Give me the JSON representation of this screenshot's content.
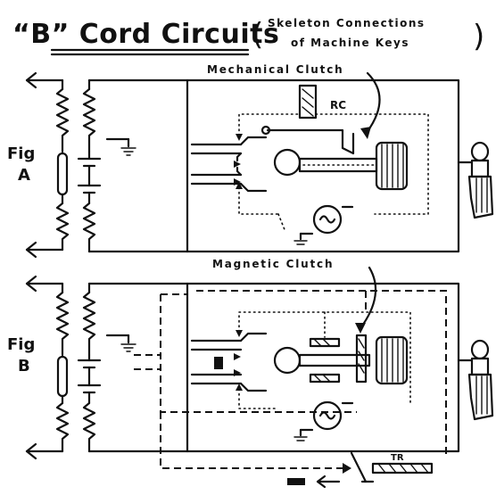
{
  "title": {
    "main": "“B” Cord Circuits",
    "paren_open": "(",
    "paren_close": ")",
    "sub_line1": "Skeleton Connections",
    "sub_line2": "of Machine Keys"
  },
  "fig_a": {
    "label_line1": "Fig",
    "label_line2": "A",
    "clutch_label": "Mechanical Clutch",
    "relay_label": "RC"
  },
  "fig_b": {
    "label_line1": "Fig",
    "label_line2": "B",
    "clutch_label": "Magnetic Clutch",
    "relay_label": "TR"
  }
}
